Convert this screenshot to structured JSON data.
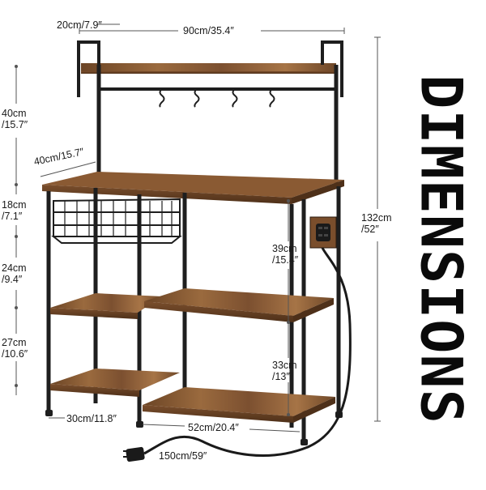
{
  "title_text": "DIMENSIONS",
  "colors": {
    "wood": "#8a5a33",
    "wood_dark": "#5e3a1e",
    "wood_light": "#a06c40",
    "metal": "#1e1e1e",
    "dim_line": "#555555",
    "text": "#1a1a1a"
  },
  "dimensions": {
    "top_side": "20cm/7.9″",
    "top_width": "90cm/35.4″",
    "upper_section": "40cm\n/15.7″",
    "depth": "40cm/15.7″",
    "basket_height": "18cm\n/7.1″",
    "middle_left": "24cm\n/9.4″",
    "bottom_left": "27cm\n/10.6″",
    "right_upper": "39cm\n/15.4″",
    "right_lower": "33cm\n/13″",
    "total_height": "132cm\n/52″",
    "bottom_left_width": "30cm/11.8″",
    "bottom_right_width": "52cm/20.4″",
    "cord_length": "150cm/59″"
  }
}
